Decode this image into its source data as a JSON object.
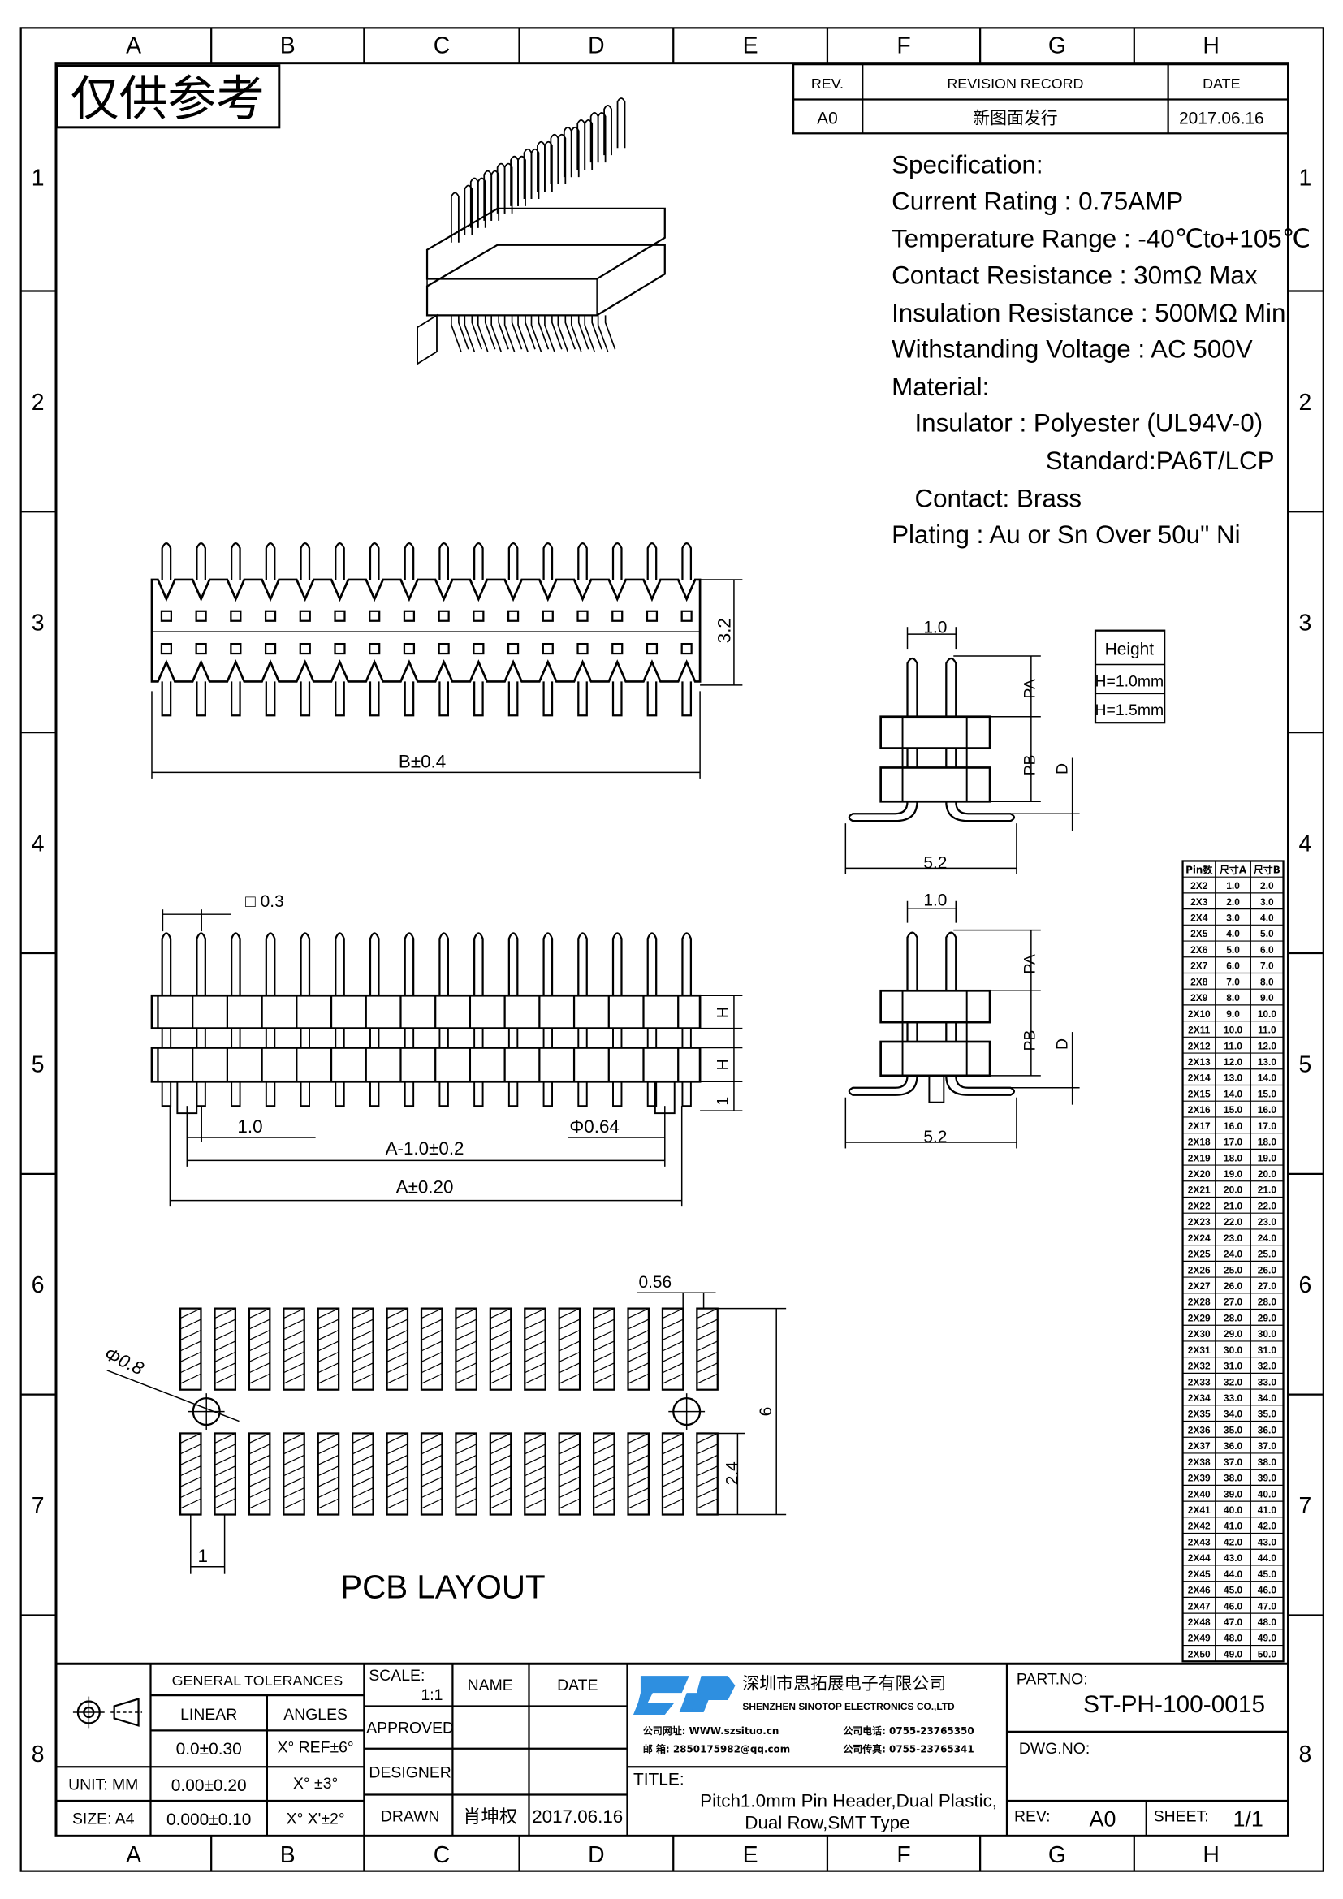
{
  "frame": {
    "columns": [
      "A",
      "B",
      "C",
      "D",
      "E",
      "F",
      "G",
      "H"
    ],
    "rows": [
      "1",
      "2",
      "3",
      "4",
      "5",
      "6",
      "7",
      "8"
    ]
  },
  "stamp": "仅供参考",
  "revision": {
    "headers": [
      "REV.",
      "REVISION RECORD",
      "DATE"
    ],
    "row": [
      "A0",
      "新图面发行",
      "2017.06.16"
    ]
  },
  "spec": {
    "lines": [
      "Specification:",
      "Current Rating : 0.75AMP",
      "Temperature Range : -40℃to+105℃",
      "Contact Resistance : 30mΩ  Max",
      "Insulation Resistance : 500MΩ  Min",
      "Withstanding Voltage : AC 500V",
      "Material:",
      "Insulator : Polyester (UL94V-0)",
      "Standard:PA6T/LCP",
      "Contact: Brass",
      "Plating : Au or Sn Over 50u\" Ni"
    ]
  },
  "dims": {
    "front_height": "3.2",
    "front_width": "B±0.4",
    "square": "□ 0.3",
    "h1": "H",
    "h2": "H",
    "d_tail": "1",
    "pitch": "1.0",
    "a_minus": "A-1.0±0.2",
    "dia": "Φ0.64",
    "a_total": "A±0.20",
    "side_pitch": "1.0",
    "side_pa": "PA",
    "side_pb": "PB",
    "side_d": "D",
    "side_width": "5.2",
    "side2_pitch": "1.0",
    "side2_pa": "PA",
    "side2_pb": "PB",
    "side2_d": "D",
    "side2_width": "5.2",
    "pad_width": "0.56",
    "hole_dia": "Φ0.8",
    "pad_span": "6",
    "pad_len": "2.4",
    "pad_pitch": "1",
    "pcb_title": "PCB   LAYOUT"
  },
  "height_table": {
    "header": "Height",
    "rows": [
      "H=1.0mm",
      "H=1.5mm"
    ]
  },
  "pin_table": {
    "headers": [
      "Pin数",
      "尺寸A",
      "尺寸B"
    ],
    "rows": [
      [
        "2X2",
        "1.0",
        "2.0"
      ],
      [
        "2X3",
        "2.0",
        "3.0"
      ],
      [
        "2X4",
        "3.0",
        "4.0"
      ],
      [
        "2X5",
        "4.0",
        "5.0"
      ],
      [
        "2X6",
        "5.0",
        "6.0"
      ],
      [
        "2X7",
        "6.0",
        "7.0"
      ],
      [
        "2X8",
        "7.0",
        "8.0"
      ],
      [
        "2X9",
        "8.0",
        "9.0"
      ],
      [
        "2X10",
        "9.0",
        "10.0"
      ],
      [
        "2X11",
        "10.0",
        "11.0"
      ],
      [
        "2X12",
        "11.0",
        "12.0"
      ],
      [
        "2X13",
        "12.0",
        "13.0"
      ],
      [
        "2X14",
        "13.0",
        "14.0"
      ],
      [
        "2X15",
        "14.0",
        "15.0"
      ],
      [
        "2X16",
        "15.0",
        "16.0"
      ],
      [
        "2X17",
        "16.0",
        "17.0"
      ],
      [
        "2X18",
        "17.0",
        "18.0"
      ],
      [
        "2X19",
        "18.0",
        "19.0"
      ],
      [
        "2X20",
        "19.0",
        "20.0"
      ],
      [
        "2X21",
        "20.0",
        "21.0"
      ],
      [
        "2X22",
        "21.0",
        "22.0"
      ],
      [
        "2X23",
        "22.0",
        "23.0"
      ],
      [
        "2X24",
        "23.0",
        "24.0"
      ],
      [
        "2X25",
        "24.0",
        "25.0"
      ],
      [
        "2X26",
        "25.0",
        "26.0"
      ],
      [
        "2X27",
        "26.0",
        "27.0"
      ],
      [
        "2X28",
        "27.0",
        "28.0"
      ],
      [
        "2X29",
        "28.0",
        "29.0"
      ],
      [
        "2X30",
        "29.0",
        "30.0"
      ],
      [
        "2X31",
        "30.0",
        "31.0"
      ],
      [
        "2X32",
        "31.0",
        "32.0"
      ],
      [
        "2X33",
        "32.0",
        "33.0"
      ],
      [
        "2X34",
        "33.0",
        "34.0"
      ],
      [
        "2X35",
        "34.0",
        "35.0"
      ],
      [
        "2X36",
        "35.0",
        "36.0"
      ],
      [
        "2X37",
        "36.0",
        "37.0"
      ],
      [
        "2X38",
        "37.0",
        "38.0"
      ],
      [
        "2X39",
        "38.0",
        "39.0"
      ],
      [
        "2X40",
        "39.0",
        "40.0"
      ],
      [
        "2X41",
        "40.0",
        "41.0"
      ],
      [
        "2X42",
        "41.0",
        "42.0"
      ],
      [
        "2X43",
        "42.0",
        "43.0"
      ],
      [
        "2X44",
        "43.0",
        "44.0"
      ],
      [
        "2X45",
        "44.0",
        "45.0"
      ],
      [
        "2X46",
        "45.0",
        "46.0"
      ],
      [
        "2X47",
        "46.0",
        "47.0"
      ],
      [
        "2X48",
        "47.0",
        "48.0"
      ],
      [
        "2X49",
        "48.0",
        "49.0"
      ],
      [
        "2X50",
        "49.0",
        "50.0"
      ]
    ]
  },
  "title_block": {
    "general_tolerances": "GENERAL  TOLERANCES",
    "linear": "LINEAR",
    "angles": "ANGLES",
    "tol_rows": [
      [
        "0.0±0.30",
        "X° REF±6°"
      ],
      [
        "0.00±0.20",
        "X° ±3°"
      ],
      [
        "0.000±0.10",
        "X° X'±2°"
      ]
    ],
    "unit": "UNIT: MM",
    "size": "SIZE: A4",
    "scale_label": "SCALE:",
    "scale_value": "1:1",
    "name": "NAME",
    "date": "DATE",
    "approved": "APPROVED",
    "designer": "DESIGNER",
    "drawn": "DRAWN",
    "drawn_name": "肖坤权",
    "drawn_date": "2017.06.16",
    "company_cn": "深圳市思拓展电子有限公司",
    "company_en": "SHENZHEN SINOTOP ELECTRONICS CO.,LTD",
    "logo": "STP",
    "web": "公司网址: WWW.szsituo.cn",
    "email": "邮    箱: 2850175982@qq.com",
    "tel": "公司电话: 0755-23765350",
    "fax": "公司传真: 0755-23765341",
    "title_label": "TITLE:",
    "title_line1": "Pitch1.0mm Pin Header,Dual Plastic,",
    "title_line2": "Dual Row,SMT Type",
    "part_no_label": "PART.NO:",
    "part_no": "ST-PH-100-0015",
    "dwg_no_label": "DWG.NO:",
    "rev_label": "REV:",
    "rev": "A0",
    "sheet_label": "SHEET:",
    "sheet": "1/1"
  },
  "colors": {
    "logo": "#2e8fe0"
  }
}
